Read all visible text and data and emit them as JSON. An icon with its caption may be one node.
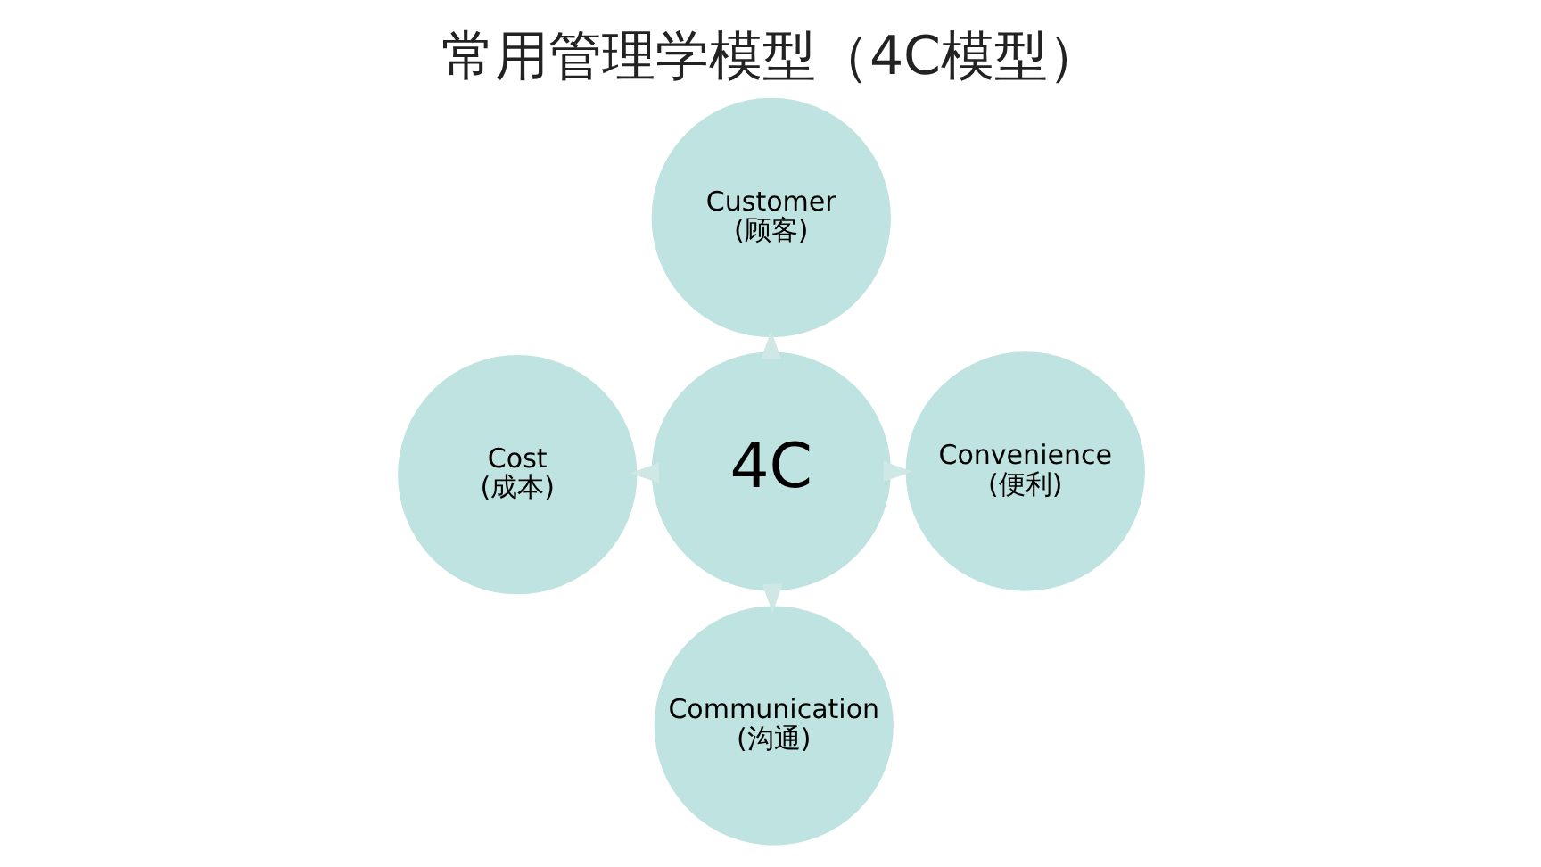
{
  "diagram": {
    "title": "常用管理学模型（4C模型）",
    "nodes": [
      {
        "text": [
          "Customer",
          "(顾客)"
        ]
      },
      {
        "text": [
          "Cost",
          "(成本)"
        ]
      },
      {
        "text": [
          "4C"
        ]
      },
      {
        "text": [
          "Convenience",
          "(便利)"
        ]
      },
      {
        "text": [
          "Communication",
          "(沟通)"
        ]
      }
    ],
    "edges": [
      {
        "from": 2,
        "to": 0,
        "arrow": "to"
      },
      {
        "from": 2,
        "to": 1,
        "arrow": "to"
      },
      {
        "from": 2,
        "to": 3,
        "arrow": "to"
      },
      {
        "from": 2,
        "to": 4,
        "arrow": "to"
      }
    ]
  }
}
